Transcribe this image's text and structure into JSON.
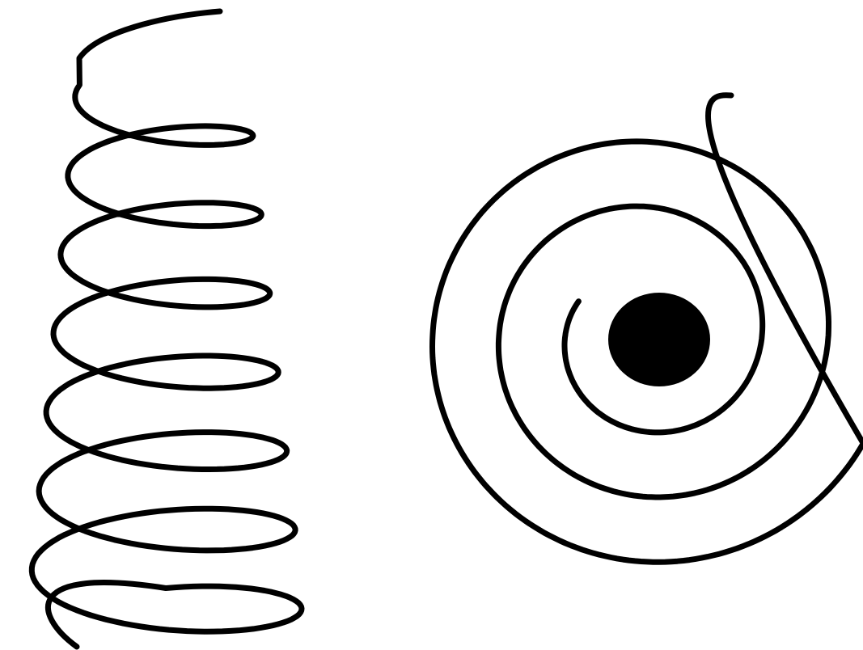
{
  "figure": {
    "panels": [
      {
        "kind": "side-view-helical-spring",
        "coil_turns": 7
      },
      {
        "kind": "top-view-spiral",
        "spiral_turns": 2.5,
        "has_center_dot": true
      }
    ],
    "colors": {
      "ink": "#000000",
      "background": "#ffffff"
    }
  }
}
